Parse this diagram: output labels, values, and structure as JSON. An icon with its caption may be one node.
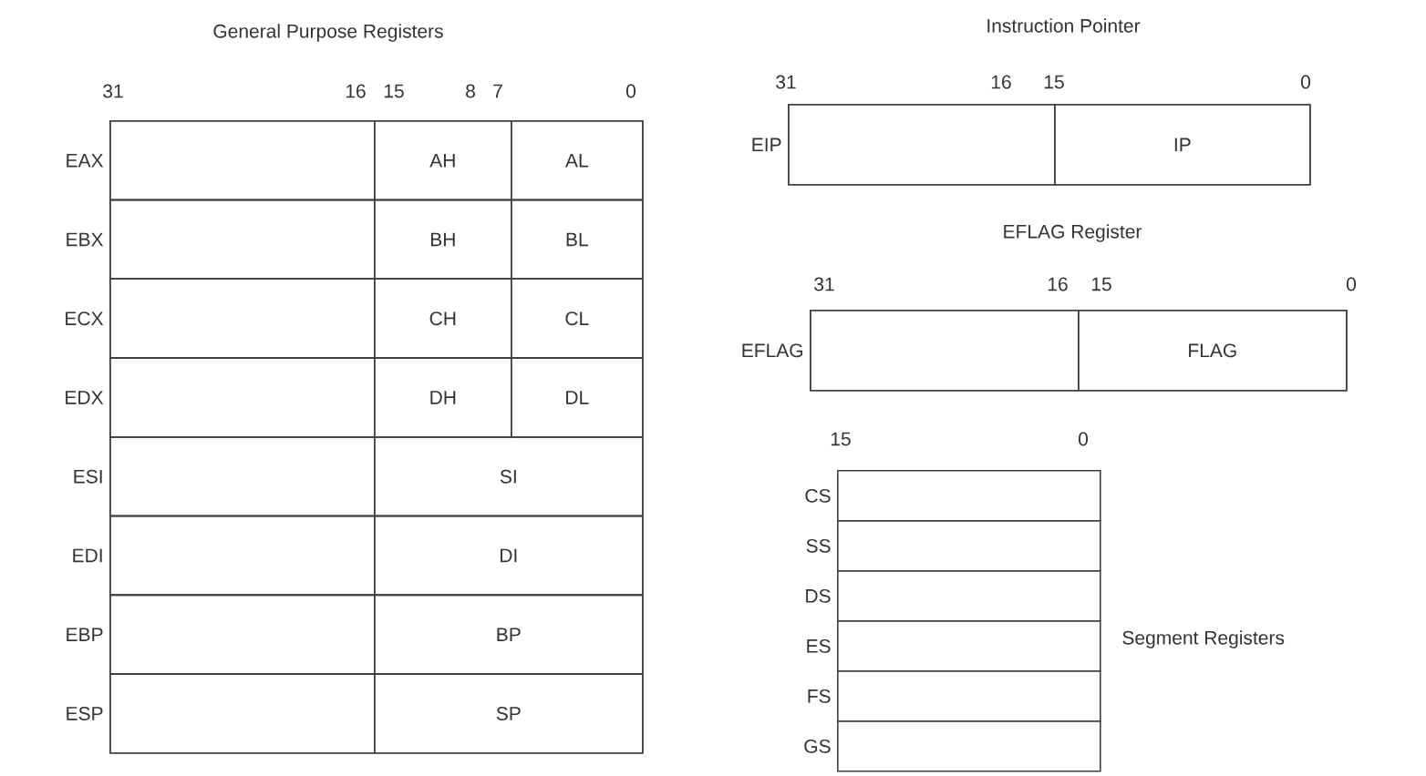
{
  "diagram": {
    "nodes": [
      {
        "text": [
          "EAX"
        ]
      },
      {
        "text": [],
        "shape": "box",
        "in": 0
      },
      {
        "text": [
          "AH"
        ],
        "in": 0
      },
      {
        "text": [
          "AL"
        ],
        "in": 0
      },
      {
        "text": [
          "EBX"
        ]
      },
      {
        "text": [],
        "shape": "box",
        "in": 4
      },
      {
        "text": [
          "BH"
        ],
        "in": 4
      },
      {
        "text": [
          "BL"
        ],
        "in": 4
      },
      {
        "text": [
          "ECX"
        ]
      },
      {
        "text": [],
        "shape": "box",
        "in": 8
      },
      {
        "text": [
          "CH"
        ],
        "in": 8
      },
      {
        "text": [
          "CL"
        ],
        "in": 8
      },
      {
        "text": [
          "EDX"
        ]
      },
      {
        "text": [],
        "shape": "box",
        "in": 12
      },
      {
        "text": [
          "DH"
        ],
        "in": 12
      },
      {
        "text": [
          "DL"
        ],
        "in": 12
      },
      {
        "text": [
          "ESI"
        ]
      },
      {
        "text": [],
        "shape": "box",
        "in": 16
      },
      {
        "text": [
          "SI"
        ],
        "in": 16
      },
      {
        "text": [
          "EDI"
        ]
      },
      {
        "text": [],
        "shape": "box",
        "in": 19
      },
      {
        "text": [
          "DI"
        ],
        "in": 19
      },
      {
        "text": [
          "EBP"
        ]
      },
      {
        "text": [],
        "shape": "box",
        "in": 22
      },
      {
        "text": [
          "BP"
        ],
        "in": 22
      },
      {
        "text": [
          "ESP"
        ]
      },
      {
        "text": [],
        "shape": "box",
        "in": 25
      },
      {
        "text": [
          "SP"
        ],
        "in": 25
      },
      {
        "text": [
          "EIP"
        ]
      },
      {
        "text": [],
        "shape": "box",
        "in": 28
      },
      {
        "text": [
          "IP"
        ],
        "in": 28
      },
      {
        "text": [
          "EFLAG"
        ]
      },
      {
        "text": [],
        "shape": "box",
        "in": 31
      },
      {
        "text": [
          "FLAG"
        ],
        "in": 31
      },
      {
        "text": [
          "CS"
        ]
      },
      {
        "text": [
          "SS"
        ]
      },
      {
        "text": [
          "DS"
        ]
      },
      {
        "text": [
          "ES"
        ]
      },
      {
        "text": [
          "FS"
        ]
      },
      {
        "text": [
          "GS"
        ]
      }
    ],
    "labels": [
      "General Purpose Registers",
      "31",
      "16",
      "15",
      "8",
      "7",
      "0",
      "Instruction Pointer",
      "31",
      "16",
      "15",
      "0",
      "EFLAG Register",
      "31",
      "16",
      "15",
      "0",
      "15",
      "0",
      "Segment Registers"
    ]
  }
}
